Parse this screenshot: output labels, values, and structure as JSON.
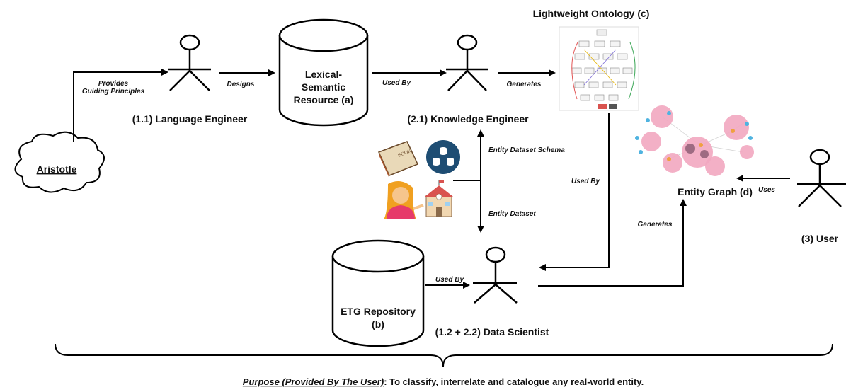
{
  "title": "Lightweight Ontology (c)",
  "actors": {
    "language_engineer": "(1.1) Language Engineer",
    "knowledge_engineer": "(2.1) Knowledge Engineer",
    "data_scientist": "(1.2 + 2.2) Data Scientist",
    "user": "(3) User"
  },
  "resources": {
    "lexical_line1": "Lexical-",
    "lexical_line2": "Semantic",
    "lexical_line3": "Resource (a)",
    "etg_line1": "ETG Repository",
    "etg_line2": "(b)",
    "entity_graph": "Entity Graph (d)",
    "aristotle": "Aristotle"
  },
  "edges": {
    "provides_line1": "Provides",
    "provides_line2": "Guiding Principles",
    "designs": "Designs",
    "used_by_1": "Used By",
    "generates_1": "Generates",
    "entity_dataset_schema": "Entity Dataset Schema",
    "entity_dataset": "Entity Dataset",
    "used_by_2": "Used By",
    "used_by_3": "Used By",
    "generates_2": "Generates",
    "uses": "Uses"
  },
  "footer": {
    "purpose_label": "Purpose (Provided By The User)",
    "purpose_text": ": To classify, interrelate and catalogue any real-world entity."
  },
  "icons": [
    "book-icon",
    "database-icon",
    "person-tipping-hand-icon",
    "school-icon"
  ],
  "colors": {
    "line": "#000000",
    "database_circle": "#1e4d73",
    "graph_pink": "#f2a7c0",
    "graph_blue": "#4fb3e0"
  }
}
